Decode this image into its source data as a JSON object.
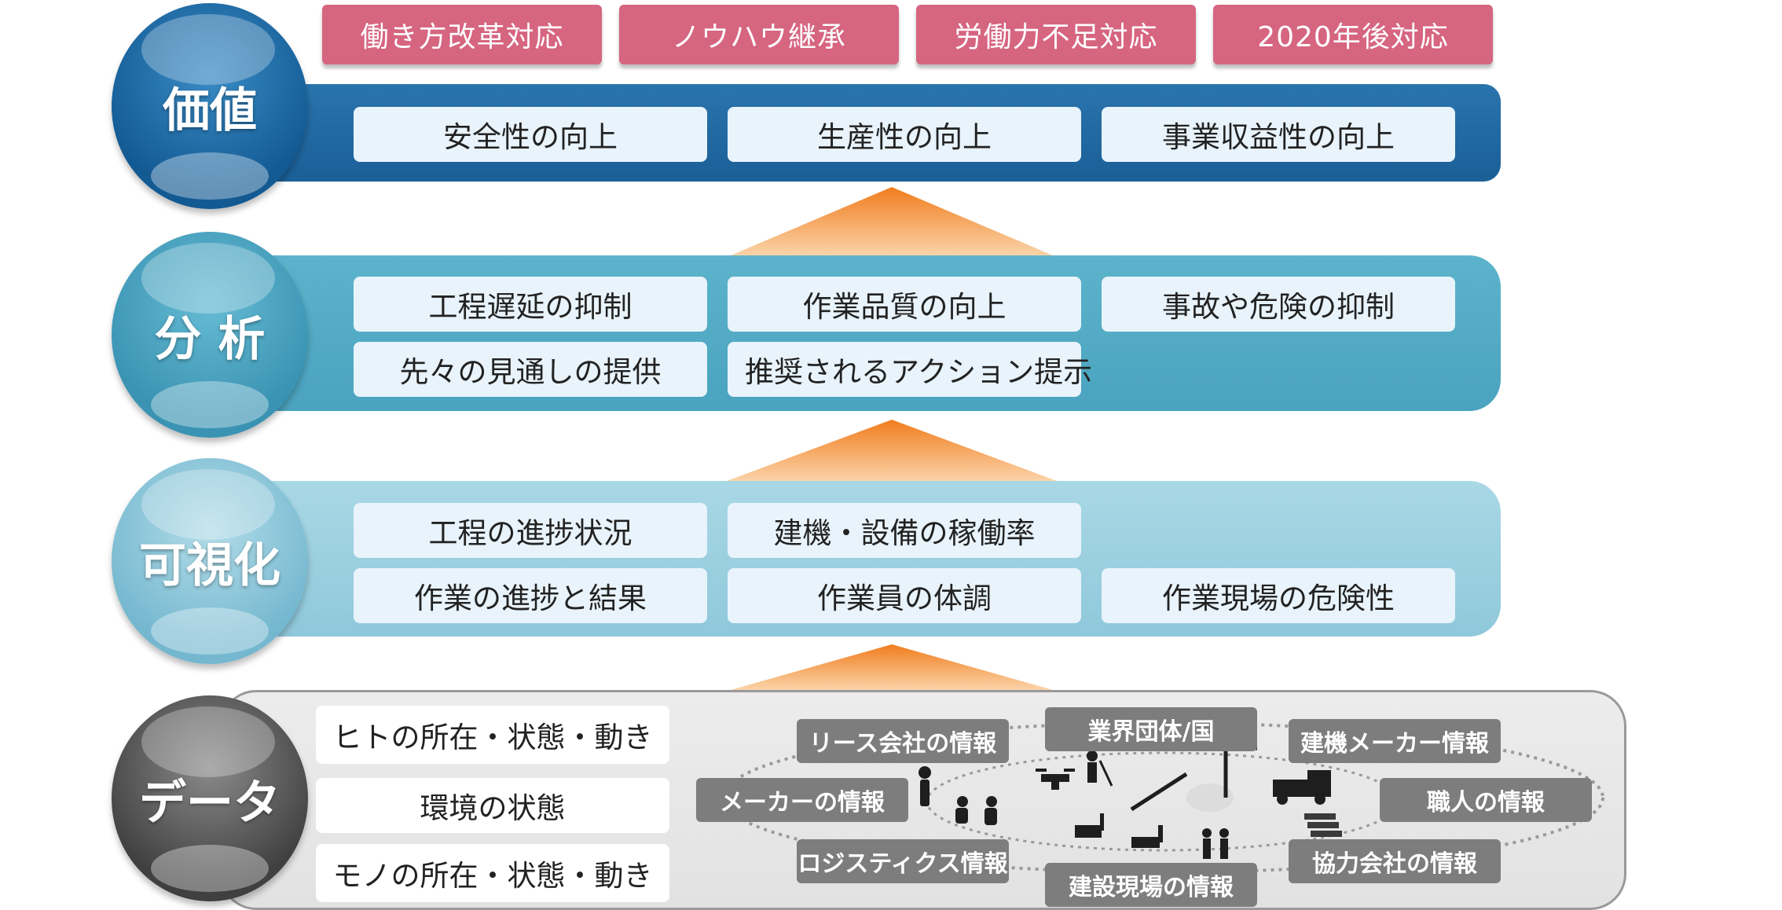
{
  "top_tags": [
    "働き方改革対応",
    "ノウハウ継承",
    "労働力不足対応",
    "2020年後対応"
  ],
  "levels": {
    "value": {
      "label": "価値",
      "items": [
        "安全性の向上",
        "生産性の向上",
        "事業収益性の向上"
      ]
    },
    "analysis": {
      "label": "分 析",
      "items": [
        "工程遅延の抑制",
        "作業品質の向上",
        "事故や危険の抑制",
        "先々の見通しの提供",
        "推奨されるアクション提示"
      ]
    },
    "visualization": {
      "label": "可視化",
      "items": [
        "工程の進捗状況",
        "建機・設備の稼働率",
        "作業の進捗と結果",
        "作業員の体調",
        "作業現場の危険性"
      ]
    },
    "data": {
      "label": "データ",
      "items": [
        "ヒトの所在・状態・動き",
        "環境の状態",
        "モノの所在・状態・動き"
      ],
      "sources": [
        "リース会社の情報",
        "業界団体/国",
        "建機メーカー情報",
        "メーカーの情報",
        "職人の情報",
        "ロジスティクス情報",
        "建設現場の情報",
        "協力会社の情報"
      ]
    }
  },
  "colors": {
    "tag": "#d66580",
    "value_band": "#1b5f97",
    "analysis_band": "#4aa3bf",
    "visual_band": "#8fc8db",
    "data_band": "#e6e6e6",
    "arrow": "#f28a2e",
    "item_box": "#e8f3fb",
    "source_label": "#7d7d7d"
  },
  "icons": [
    "worker-icon",
    "drone-icon",
    "surveyor-icon",
    "crane-icon",
    "dump-truck-icon",
    "excavator-icon",
    "materials-icon"
  ]
}
